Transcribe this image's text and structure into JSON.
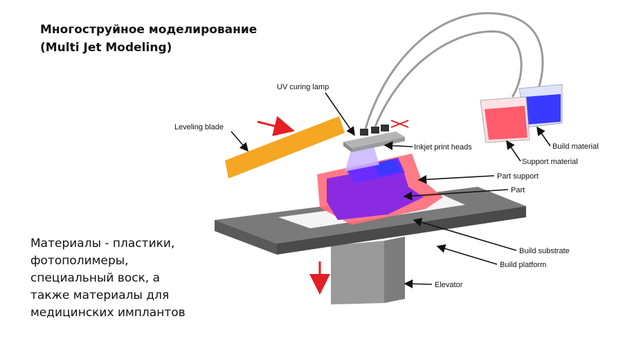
{
  "title": {
    "line1": "Многоструйное моделирование",
    "line2": "(Multi Jet Modeling)"
  },
  "materials": {
    "line1": "Материалы - пластики,",
    "line2": "фотополимеры,",
    "line3": "специальный воск, а",
    "line4": "также материалы для",
    "line5": "медицинских имплантов"
  },
  "labels": {
    "uv_lamp": "UV curing lamp",
    "leveling_blade": "Leveling blade",
    "inkjet_heads": "Inkjet print heads",
    "build_material": "Build material",
    "support_material": "Support material",
    "part_support": "Part support",
    "part": "Part",
    "build_substrate": "Build substrate",
    "build_platform": "Build platform",
    "elevator": "Elevator"
  },
  "colors": {
    "support": "#ff6b7a",
    "build": "#3a3aff",
    "part": "#8a2be2",
    "blade": "#f5a623",
    "platform": "#6f6f6f",
    "arrow": "#e31e24"
  }
}
